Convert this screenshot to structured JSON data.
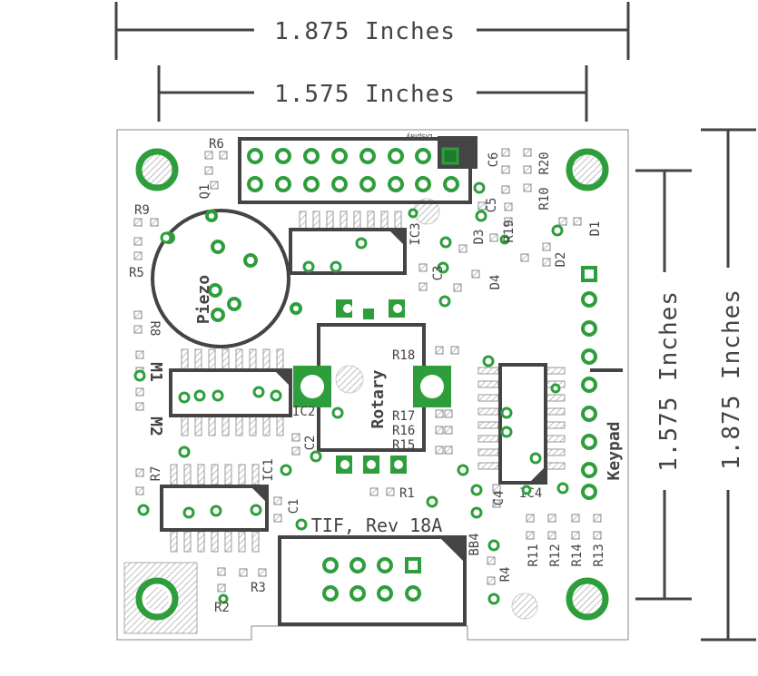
{
  "dimensions": {
    "top_outer": "1.875 Inches",
    "top_inner": "1.575 Inches",
    "right_inner": "1.575 Inches",
    "right_outer": "1.875 Inches"
  },
  "board": {
    "title": "TIF, Rev 18A",
    "display": "Display",
    "piezo": "Piezo",
    "rotary": "Rotary",
    "keypad": "Keypad",
    "m1": "M1",
    "m2": "M2"
  },
  "labels": {
    "r6": "R6",
    "q1": "Q1",
    "r9": "R9",
    "r5": "R5",
    "r8": "R8",
    "r7": "R7",
    "c6": "C6",
    "r20": "R20",
    "r10": "R10",
    "c5": "C5",
    "r19": "R19",
    "d1": "D1",
    "d2": "D2",
    "d3": "D3",
    "d4": "D4",
    "c3": "C3",
    "ic3": "IC3",
    "r18": "R18",
    "r17": "R17",
    "r16": "R16",
    "r15": "R15",
    "ic2": "IC2",
    "c2": "C2",
    "ic1": "IC1",
    "c1": "C1",
    "r1": "R1",
    "c4": "C4",
    "ic4": "IC4",
    "bb4": "BB4",
    "r4": "R4",
    "r2": "R2",
    "r3": "R3",
    "r11": "R11",
    "r12": "R12",
    "r14": "R14",
    "r13": "R13"
  },
  "colors": {
    "pad_ring": "#2e9e3c",
    "outline": "#444444",
    "hatch": "#bbbbbb"
  }
}
